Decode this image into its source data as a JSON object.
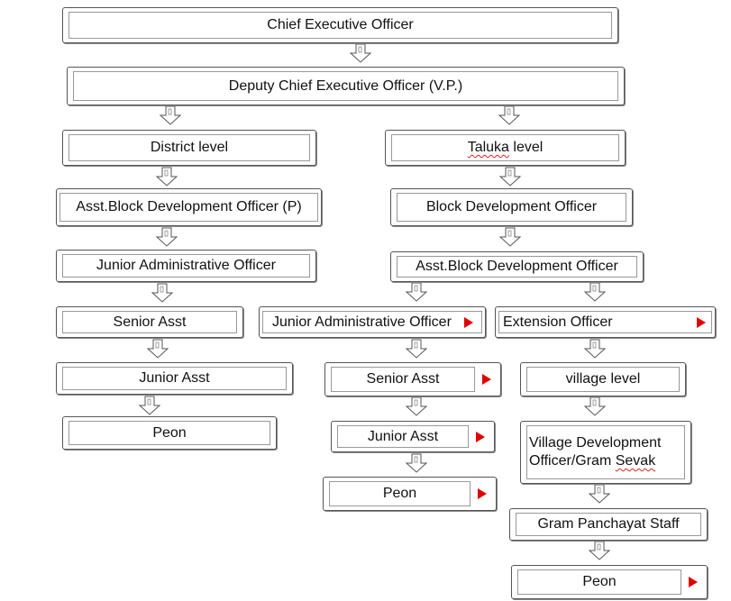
{
  "nodes": {
    "ceo": "Chief Executive Officer",
    "deputy_ceo": "Deputy Chief Executive Officer (V.P.)",
    "district_level": "District level",
    "taluka_level_word": "Taluka",
    "taluka_level_rest": " level",
    "district_asst_bdo": "Asst.Block Development Officer (P)",
    "district_jao": "Junior Administrative Officer",
    "district_senior_asst": "Senior Asst",
    "district_junior_asst": "Junior Asst",
    "district_peon": "Peon",
    "bdo": "Block Development Officer",
    "taluka_asst_bdo": "Asst.Block Development Officer",
    "taluka_jao": "Junior Administrative Officer",
    "taluka_senior_asst": "Senior Asst",
    "taluka_junior_asst": "Junior Asst",
    "taluka_peon": "Peon",
    "extension_officer": "Extension Officer",
    "village_level": "village level",
    "vdo_line1": "Village Development",
    "vdo_line2_a": "Officer/Gram ",
    "vdo_line2_b": "Sevak",
    "gram_panchayat_staff": "Gram Panchayat Staff",
    "village_peon": "Peon"
  },
  "colors": {
    "marker": "#e00000",
    "spellcheck_underline": "#d22"
  }
}
